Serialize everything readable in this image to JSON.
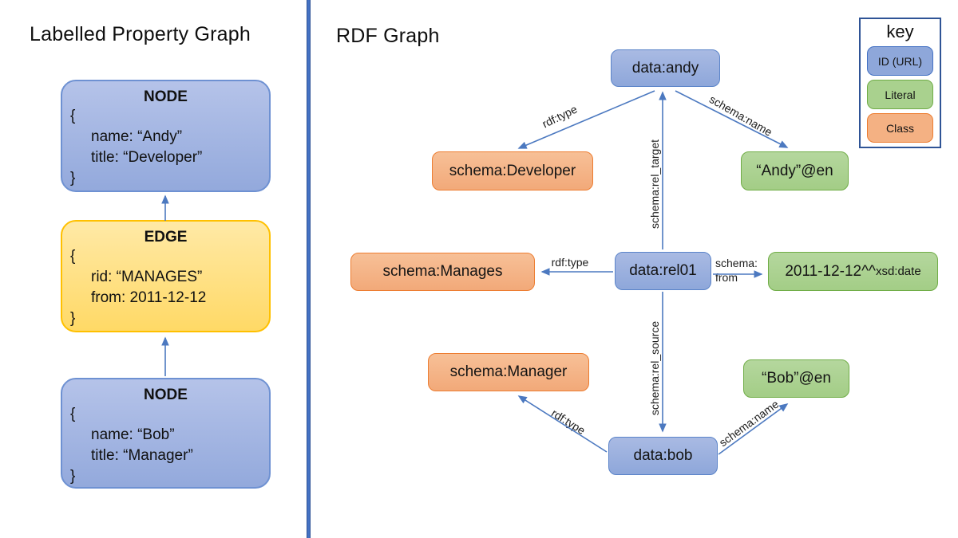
{
  "left_panel": {
    "title": "Labelled Property Graph",
    "node_top": {
      "title": "NODE",
      "lines": [
        "{",
        "name: “Andy”",
        "title: “Developer”",
        "}"
      ]
    },
    "edge": {
      "title": "EDGE",
      "lines": [
        "{",
        "rid: “MANAGES”",
        "from: 2011-12-12",
        "}"
      ]
    },
    "node_bottom": {
      "title": "NODE",
      "lines": [
        "{",
        "name: “Bob”",
        "title: “Manager”",
        "}"
      ]
    }
  },
  "right_panel": {
    "title": "RDF Graph",
    "nodes": {
      "andy": "data:andy",
      "developer": "schema:Developer",
      "andy_literal": "“Andy”@en",
      "manages": "schema:Manages",
      "rel01": "data:rel01",
      "date_main": "2011-12-12^^",
      "date_suffix": "xsd:date",
      "manager": "schema:Manager",
      "bob_literal": "“Bob”@en",
      "bob": "data:bob"
    },
    "edge_labels": {
      "andy_type": "rdf:type",
      "andy_name": "schema:name",
      "rel_target": "schema:rel_target",
      "rel01_type": "rdf:type",
      "rel01_from_line1": "schema:",
      "rel01_from_line2": "from",
      "rel_source": "schema:rel_source",
      "bob_type": "rdf:type",
      "bob_name": "schema:name"
    }
  },
  "key": {
    "title": "key",
    "items": [
      {
        "label": "ID (URL)"
      },
      {
        "label": "Literal"
      },
      {
        "label": "Class"
      }
    ]
  },
  "colors": {
    "id_fill": "#8EA7DA",
    "id_border": "#4472C4",
    "literal_fill": "#A9D18E",
    "literal_border": "#70AD47",
    "class_fill": "#F4B183",
    "class_border": "#ED7D31",
    "edge_fill": "#FFD966",
    "edge_border": "#FFC000",
    "connector": "#4C79C0",
    "divider": "#4472C4"
  }
}
